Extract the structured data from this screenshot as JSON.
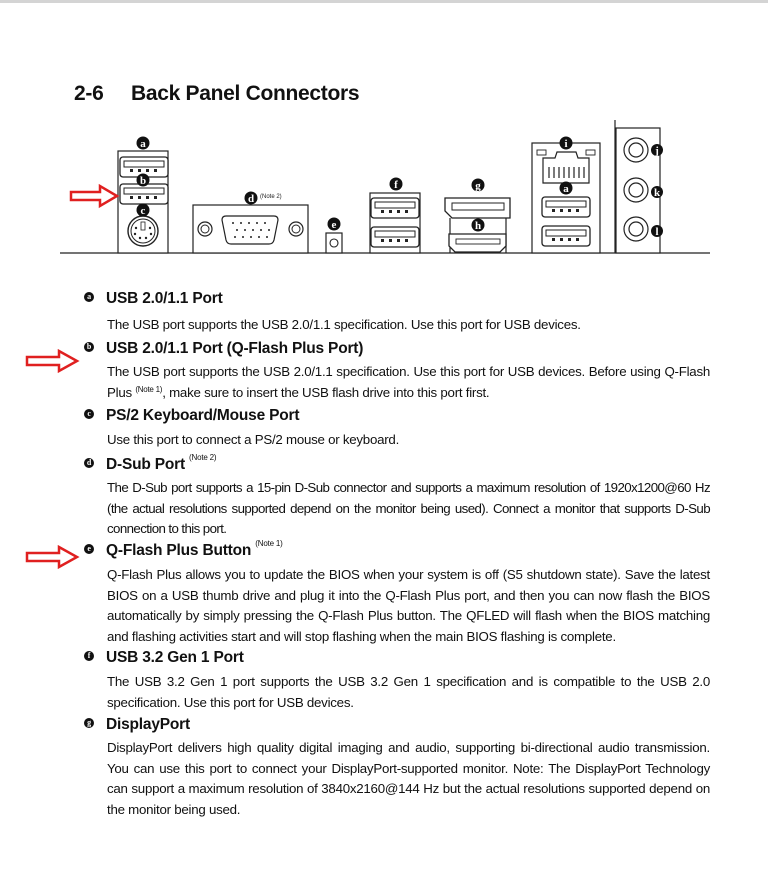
{
  "page": {
    "section_number": "2-6",
    "section_title": "Back Panel Connectors"
  },
  "diagram": {
    "labels": {
      "a": "a",
      "b": "b",
      "c": "c",
      "d": "d",
      "e": "e",
      "f": "f",
      "g": "g",
      "h": "h",
      "i": "i",
      "a2": "a",
      "j": "j",
      "k": "k",
      "l": "l"
    },
    "d_note": "(Note 2)",
    "highlight_color": "#e02020"
  },
  "sections": [
    {
      "bullet": "a",
      "title": "USB 2.0/1.1 Port",
      "note": "",
      "body": "The USB port supports the USB 2.0/1.1 specification. Use this port for USB devices.",
      "highlighted": false
    },
    {
      "bullet": "b",
      "title": "USB 2.0/1.1 Port (Q-Flash Plus Port)",
      "note": "",
      "body_pre": "The USB port supports the USB 2.0/1.1 specification. Use this port for USB devices. Before using Q-Flash Plus ",
      "body_note": "(Note 1)",
      "body_post": ", make sure to insert the USB flash drive into this port first.",
      "highlighted": true
    },
    {
      "bullet": "c",
      "title": "PS/2 Keyboard/Mouse Port",
      "note": "",
      "body": "Use this port to connect a PS/2 mouse or keyboard.",
      "highlighted": false
    },
    {
      "bullet": "d",
      "title": "D-Sub Port",
      "note": "(Note 2)",
      "body": "The D-Sub port supports a 15-pin D-Sub connector and supports a maximum resolution of 1920x1200@60 Hz (the actual resolutions supported depend on the monitor being used). Connect a monitor that supports D-Sub connection to this port.",
      "highlighted": false
    },
    {
      "bullet": "e",
      "title": "Q-Flash Plus Button",
      "note": "(Note 1)",
      "body": "Q-Flash Plus allows you to update the BIOS when your system is off (S5 shutdown state). Save the latest BIOS on a USB thumb drive and plug it into the Q-Flash Plus port, and then you can now flash the BIOS automatically by simply pressing the Q-Flash Plus button. The QFLED will flash when the BIOS matching and flashing activities start and will stop flashing when the main BIOS flashing is complete.",
      "highlighted": true
    },
    {
      "bullet": "f",
      "title": "USB 3.2 Gen 1 Port",
      "note": "",
      "body": "The USB 3.2 Gen 1 port supports the USB 3.2 Gen 1 specification and is compatible to the USB 2.0 specification. Use this port for USB devices.",
      "highlighted": false
    },
    {
      "bullet": "g",
      "title": "DisplayPort",
      "note": "",
      "body": "DisplayPort delivers high quality digital imaging and audio, supporting bi-directional audio transmission. You can use this port to connect your DisplayPort-supported monitor. Note: The DisplayPort Technology can support a maximum resolution of 3840x2160@144 Hz but the actual resolutions supported depend on the monitor being used.",
      "highlighted": false
    }
  ]
}
